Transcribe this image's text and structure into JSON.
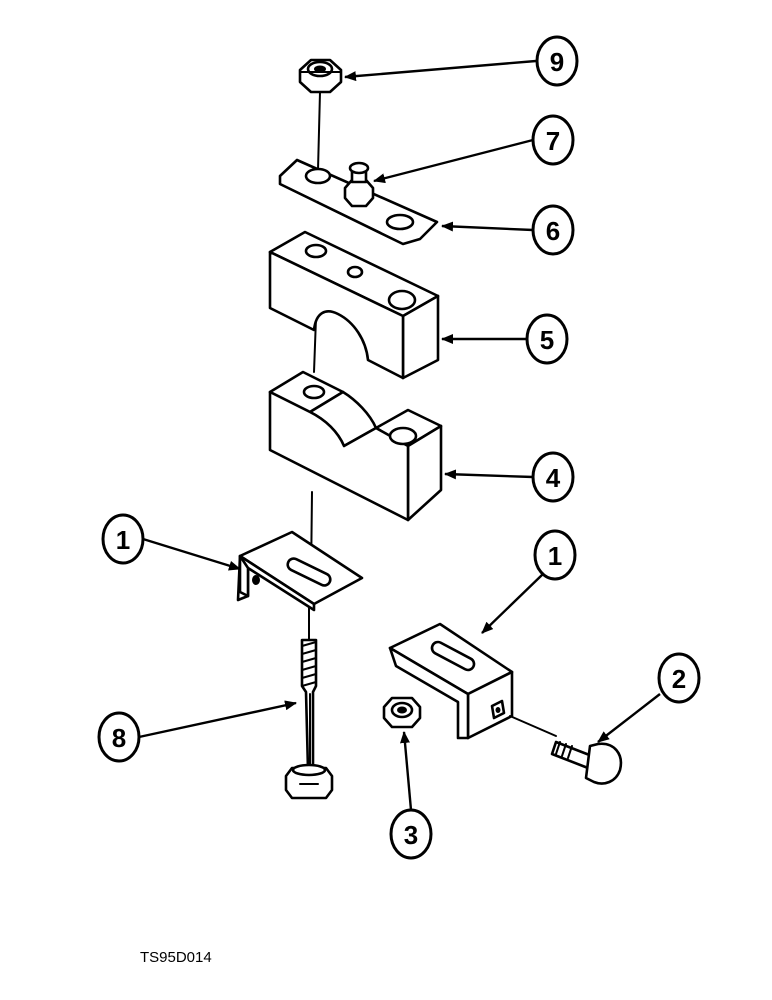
{
  "figure_code": "TS95D014",
  "callouts": [
    {
      "id": "callout-9",
      "label": "9"
    },
    {
      "id": "callout-7",
      "label": "7"
    },
    {
      "id": "callout-6",
      "label": "6"
    },
    {
      "id": "callout-5",
      "label": "5"
    },
    {
      "id": "callout-4",
      "label": "4"
    },
    {
      "id": "callout-1a",
      "label": "1"
    },
    {
      "id": "callout-1b",
      "label": "1"
    },
    {
      "id": "callout-2",
      "label": "2"
    },
    {
      "id": "callout-8",
      "label": "8"
    },
    {
      "id": "callout-3",
      "label": "3"
    }
  ]
}
